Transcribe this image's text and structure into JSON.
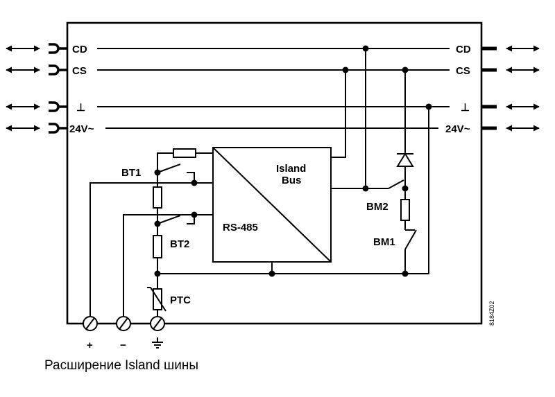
{
  "bus_lines": {
    "cd": "CD",
    "cs": "CS",
    "ground": "⊥",
    "power": "24V~"
  },
  "module": {
    "island_bus_line1": "Island",
    "island_bus_line2": "Bus",
    "rs485": "RS-485"
  },
  "components": {
    "bt1": "BT1",
    "bt2": "BT2",
    "bm1": "BM1",
    "bm2": "BM2",
    "ptc": "PTC"
  },
  "terminals": {
    "plus": "+",
    "minus": "−"
  },
  "drawing_code": "8184Z02",
  "caption": "Расширение Island шины"
}
